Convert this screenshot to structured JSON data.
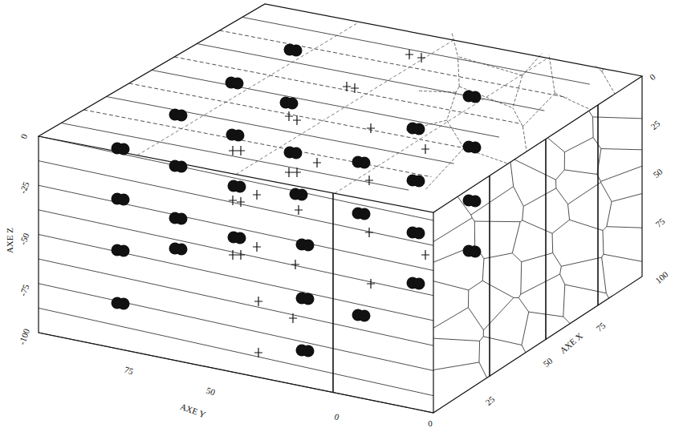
{
  "diagram": {
    "labels": [
      "0",
      "-25",
      "-50",
      "-75",
      "-100",
      "AXE Z",
      "75",
      "50",
      "AXE Y",
      "0",
      "0",
      "25",
      "50",
      "AXE X",
      "75",
      "0",
      "25",
      "50",
      "75",
      "100"
    ]
  }
}
